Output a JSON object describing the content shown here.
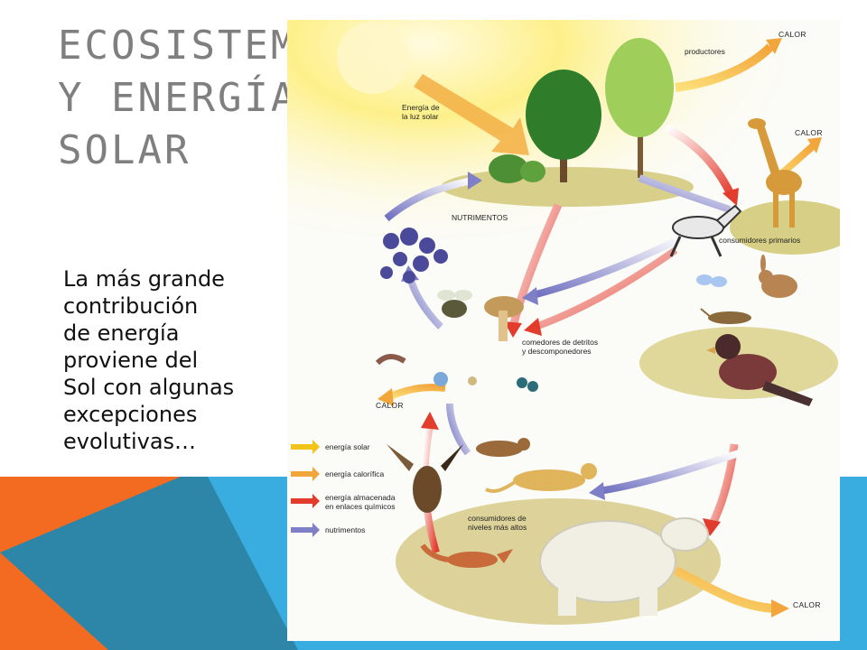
{
  "slide": {
    "title_lines": [
      "ECOSISTEMAS",
      "Y ENERGÍA",
      "SOLAR"
    ],
    "body_lines": [
      "La más grande",
      "contribución",
      "de energía",
      "proviene del",
      "Sol con algunas",
      "excepciones",
      "evolutivas…"
    ]
  },
  "diagram": {
    "labels": {
      "sun_energy_1": "Energía de",
      "sun_energy_2": "la luz solar",
      "producers": "productores",
      "nutrients": "NUTRIMENTOS",
      "primary_consumers": "consumidores primarios",
      "detritivores_1": "comedores de detritos",
      "detritivores_2": "y descomponedores",
      "higher_consumers_1": "consumidores de",
      "higher_consumers_2": "niveles más altos",
      "heat_1": "CALOR",
      "heat_2": "CALOR",
      "heat_3": "CALOR",
      "heat_4": "CALOR"
    },
    "legend": [
      {
        "label_1": "energía solar",
        "label_2": "",
        "color": "#f1c419"
      },
      {
        "label_1": "energía calorífica",
        "label_2": "",
        "color": "#f2a53a"
      },
      {
        "label_1": "energía almacenada",
        "label_2": "en enlaces químicos",
        "color": "#e23c2d"
      },
      {
        "label_1": "nutrimentos",
        "label_2": "",
        "color": "#7f7fc8"
      }
    ]
  },
  "colors": {
    "title": "#7f7f7f",
    "orange_shape": "#f26b21",
    "blue_shape": "#39ace0",
    "dark_blue_shape": "#2d86a8"
  }
}
